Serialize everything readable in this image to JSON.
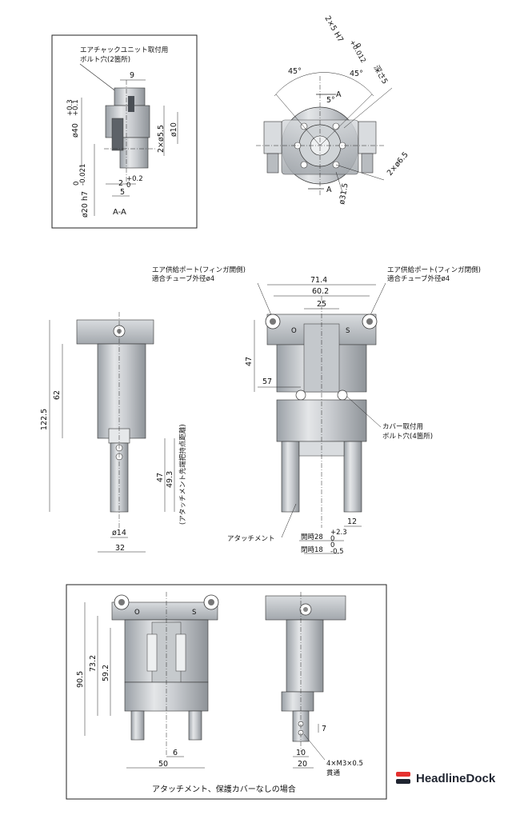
{
  "section_aa": {
    "note_line1": "エアチャックユニット取付用",
    "note_line2": "ボルト穴(2箇所)",
    "dim_9": "9",
    "dim_phi40": "ø40",
    "dim_phi40_tol_upper": "+0.3",
    "dim_phi40_tol_lower": "+0.1",
    "dim_2xphi5_5": "2×ø5.5",
    "dim_phi10": "ø10",
    "dim_phi20": "ø20 h7",
    "dim_phi20_tol_upper": "0",
    "dim_phi20_tol_lower": "-0.021",
    "dim_2": "2",
    "dim_2_tol_upper": "+0.2",
    "dim_2_tol_lower": "0",
    "dim_5": "5",
    "label": "A-A"
  },
  "top_view": {
    "dim_2x5h7": "2×5 H7",
    "dim_2x5h7_tol_upper": "+0.012",
    "dim_2x5h7_tol_lower": "0",
    "dim_depth": "深さ5",
    "dim_45_left": "45°",
    "dim_45_right": "45°",
    "dim_5deg": "5°",
    "label_a_top": "A",
    "label_a_bottom": "A",
    "dim_2x6_5": "2×ø6.5",
    "dim_phi31_5": "ø31.5"
  },
  "side_view": {
    "dim_122_5": "122.5",
    "dim_62": "62",
    "dim_47": "47",
    "dim_49_3": "49.3",
    "note_attachment": "(アタッチメント先端把持点距離)",
    "dim_phi14": "ø14",
    "dim_32": "32"
  },
  "front_view": {
    "air_port_left_line1": "エア供給ポート(フィンガ開側)",
    "air_port_left_line2": "適合チューブ外径ø4",
    "air_port_right_line1": "エア供給ポート(フィンガ閉側)",
    "air_port_right_line2": "適合チューブ外径ø4",
    "dim_71_4": "71.4",
    "dim_60_2": "60.2",
    "dim_25": "25",
    "dim_47": "47",
    "dim_57": "57",
    "cover_note_line1": "カバー取付用",
    "cover_note_line2": "ボルト穴(4箇所)",
    "attachment_label": "アタッチメント",
    "dim_12": "12",
    "dim_open": "開時28",
    "dim_open_tol_upper": "+2.3",
    "dim_open_tol_lower": "0",
    "dim_close": "閉時18",
    "dim_close_tol_upper": "0",
    "dim_close_tol_lower": "-0.5",
    "port_mark_o": "O",
    "port_mark_s": "S"
  },
  "bottom_views": {
    "dim_90_5": "90.5",
    "dim_73_2": "73.2",
    "dim_59_2": "59.2",
    "dim_6": "6",
    "dim_50": "50",
    "dim_7": "7",
    "dim_10": "10",
    "dim_20": "20",
    "note_m3_line1": "4×M3×0.5",
    "note_m3_line2": "貫通",
    "caption": "アタッチメント、保護カバーなしの場合",
    "port_mark_o": "O",
    "port_mark_s": "S"
  },
  "brand": {
    "name": "HeadlineDock",
    "color_red": "#e5312f",
    "color_dark": "#1f2430"
  }
}
